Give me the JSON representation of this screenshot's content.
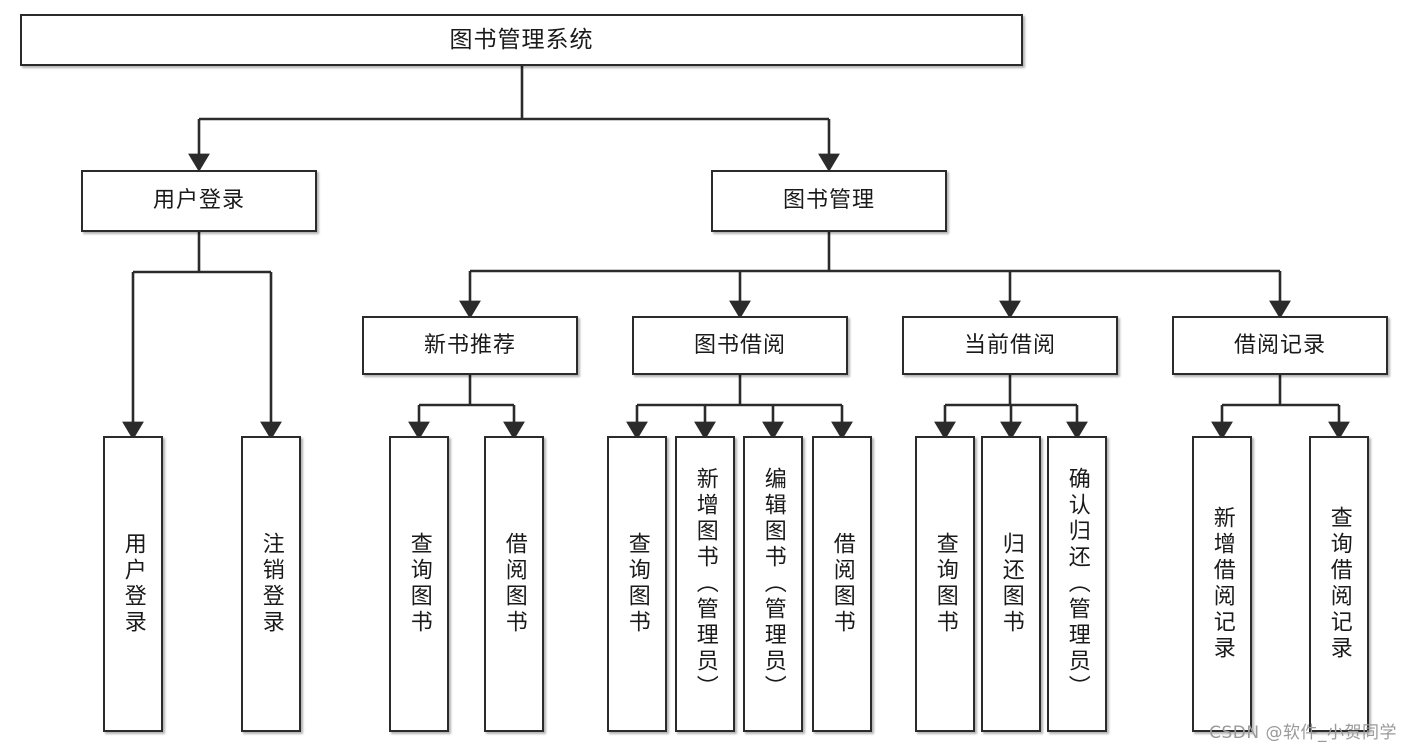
{
  "diagram": {
    "title": "图书管理系统",
    "type": "tree-hierarchy",
    "watermark": "CSDN @软件_小贺同学",
    "colors": {
      "box_border": "#2b2b2b",
      "box_fill": "#ffffff",
      "edge": "#2b2b2b",
      "background": "#ffffff",
      "watermark_text": "#9a9a9a"
    }
  },
  "nodes": {
    "root": {
      "label": "图书管理系统"
    },
    "level2": [
      {
        "label": "用户登录"
      },
      {
        "label": "图书管理"
      }
    ],
    "level3": [
      {
        "label": "新书推荐"
      },
      {
        "label": "图书借阅"
      },
      {
        "label": "当前借阅"
      },
      {
        "label": "借阅记录"
      }
    ],
    "leaves": {
      "user_login": [
        {
          "label": "用户登录"
        },
        {
          "label": "注销登录"
        }
      ],
      "new_book_recommend": [
        {
          "label": "查询图书"
        },
        {
          "label": "借阅图书"
        }
      ],
      "book_borrow": [
        {
          "label": "查询图书"
        },
        {
          "label": "新增图书（管理员）"
        },
        {
          "label": "编辑图书（管理员）"
        },
        {
          "label": "借阅图书"
        }
      ],
      "current_borrow": [
        {
          "label": "查询图书"
        },
        {
          "label": "归还图书"
        },
        {
          "label": "确认归还（管理员）"
        }
      ],
      "borrow_record": [
        {
          "label": "新增借阅记录"
        },
        {
          "label": "查询借阅记录"
        }
      ]
    }
  }
}
